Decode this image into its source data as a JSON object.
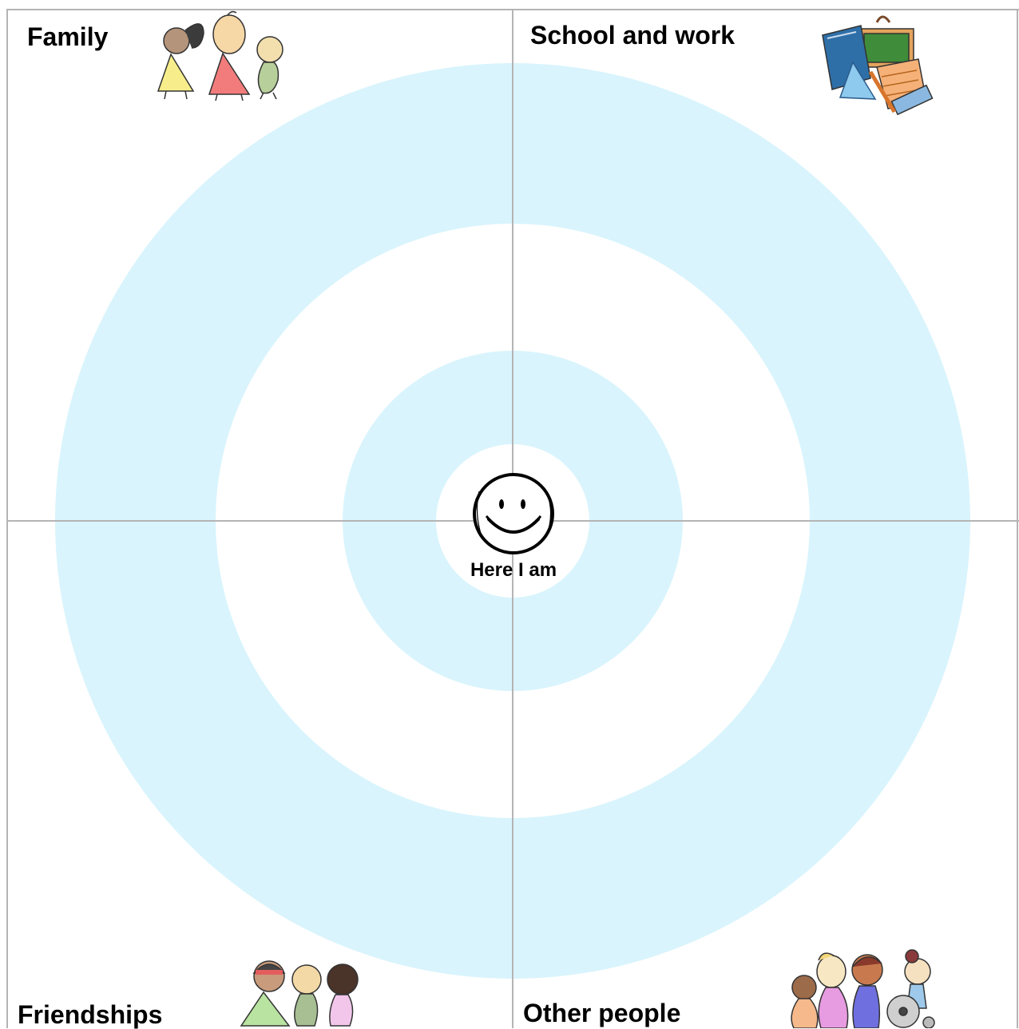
{
  "quadrants": {
    "family": "Family",
    "school_work": "School and work",
    "friendships": "Friendships",
    "other_people": "Other people"
  },
  "center": {
    "label": "Here I am",
    "icon": "smiley-face-icon"
  },
  "colors": {
    "ring": "#d9f4fc",
    "background": "#ffffff",
    "axis": "#b4b4b4",
    "text": "#000000"
  }
}
